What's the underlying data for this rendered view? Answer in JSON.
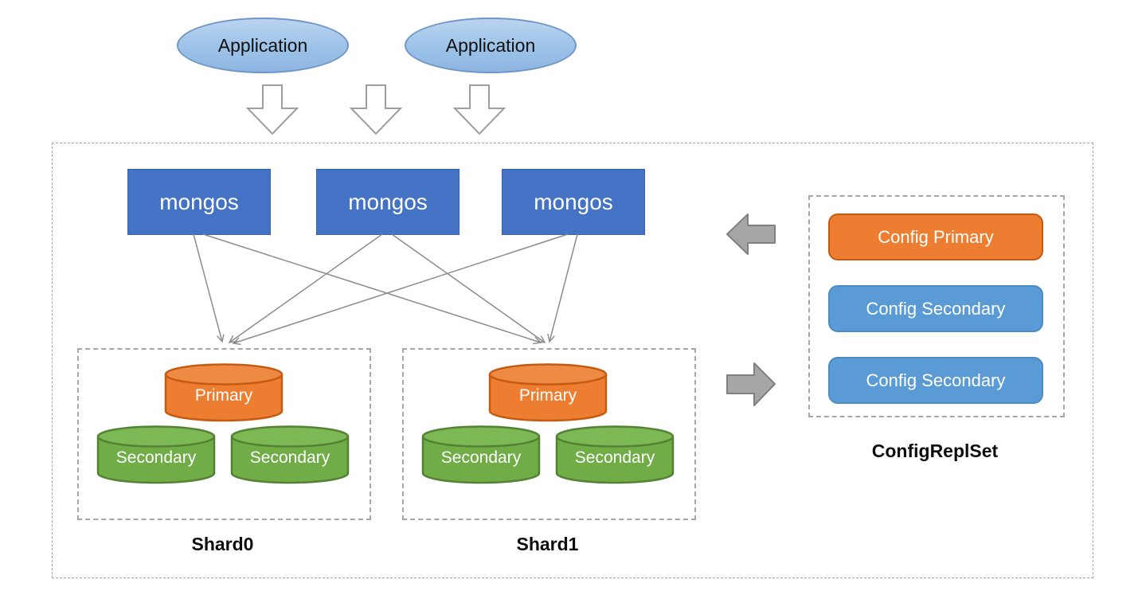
{
  "applications": [
    {
      "label": "Application"
    },
    {
      "label": "Application"
    }
  ],
  "routers": [
    {
      "label": "mongos"
    },
    {
      "label": "mongos"
    },
    {
      "label": "mongos"
    }
  ],
  "shards": [
    {
      "name": "Shard0",
      "nodes": [
        {
          "role": "primary",
          "label": "Primary"
        },
        {
          "role": "secondary",
          "label": "Secondary"
        },
        {
          "role": "secondary",
          "label": "Secondary"
        }
      ]
    },
    {
      "name": "Shard1",
      "nodes": [
        {
          "role": "primary",
          "label": "Primary"
        },
        {
          "role": "secondary",
          "label": "Secondary"
        },
        {
          "role": "secondary",
          "label": "Secondary"
        }
      ]
    }
  ],
  "config_replica_set": {
    "name": "ConfigReplSet",
    "members": [
      {
        "role": "primary",
        "label": "Config Primary"
      },
      {
        "role": "secondary",
        "label": "Config Secondary"
      },
      {
        "role": "secondary",
        "label": "Config Secondary"
      }
    ]
  },
  "icons": {
    "down_arrow": "hollow-down-arrow-icon",
    "left_arrow": "solid-left-arrow-icon",
    "right_arrow": "solid-right-arrow-icon"
  },
  "colors": {
    "router_blue": "#4472c4",
    "application_fill": "#9cc2e8",
    "application_border": "#7096c7",
    "primary_orange": "#ed7d31",
    "primary_orange_border": "#c55a11",
    "secondary_green": "#70ad47",
    "secondary_green_border": "#548235",
    "config_secondary_blue": "#5b9bd5",
    "gray_arrow_fill": "#a6a6a6",
    "gray_arrow_border": "#808080",
    "connector_gray": "#8c8c8c",
    "dashed_border_gray": "#a6a6a6",
    "label_text": "#0d0d0d"
  }
}
